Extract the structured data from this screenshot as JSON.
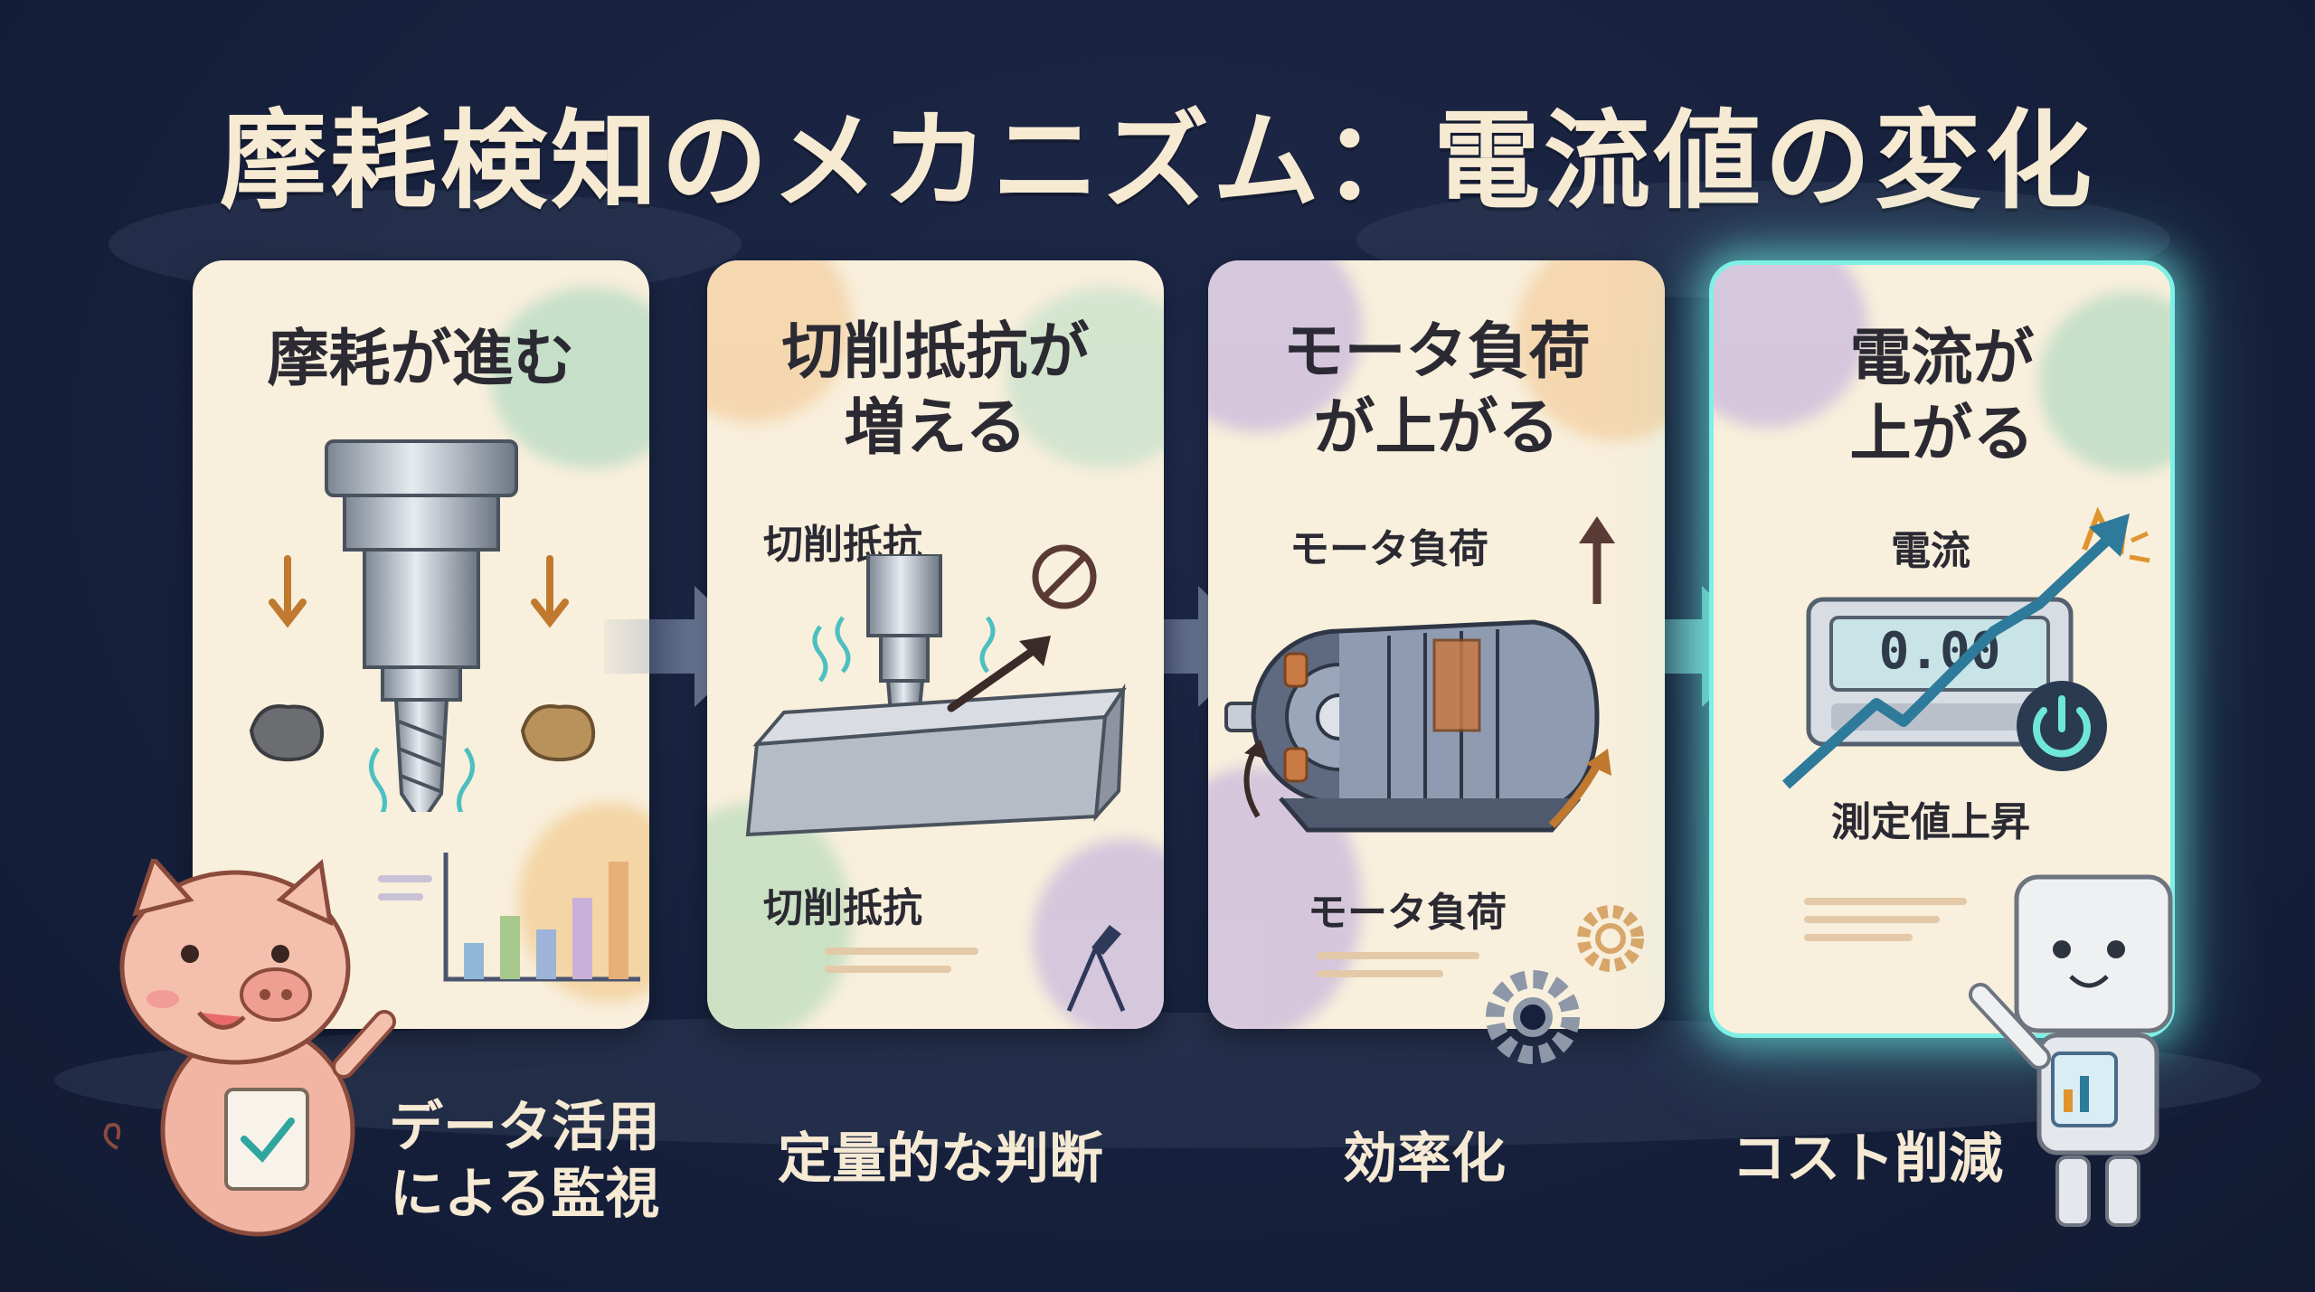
{
  "title": "摩耗検知のメカニズム：電流値の変化",
  "steps": [
    {
      "title": "摩耗が進む"
    },
    {
      "title_line1": "切削抵抗が",
      "title_line2": "増える",
      "label_top": "切削抵抗",
      "label_bottom": "切削抵抗"
    },
    {
      "title_line1": "モータ負荷",
      "title_line2": "が上がる",
      "label_top": "モータ負荷",
      "label_bottom": "モータ負荷"
    },
    {
      "title_line1": "電流が",
      "title_line2": "上がる",
      "label_top": "電流",
      "display_value": "0.00",
      "label_bottom": "測定値上昇"
    }
  ],
  "benefits": [
    {
      "line1": "データ活用",
      "line2": "による監視"
    },
    {
      "line1": "定量的な判断"
    },
    {
      "line1": "効率化"
    },
    {
      "line1": "コスト削減"
    }
  ],
  "colors": {
    "background": "#17213d",
    "card": "#f8efdc",
    "glow": "#7ff0e6",
    "arrow": "#7d8fb0",
    "title": "#f7ead2"
  },
  "icons": [
    "drill-bit-icon",
    "debris-icon",
    "bar-chart-icon",
    "cutting-tool-icon",
    "no-wrench-icon",
    "motor-icon",
    "gear-icon",
    "current-meter-icon",
    "power-icon",
    "spark-icon",
    "pig-mascot-icon",
    "robot-mascot-icon"
  ]
}
